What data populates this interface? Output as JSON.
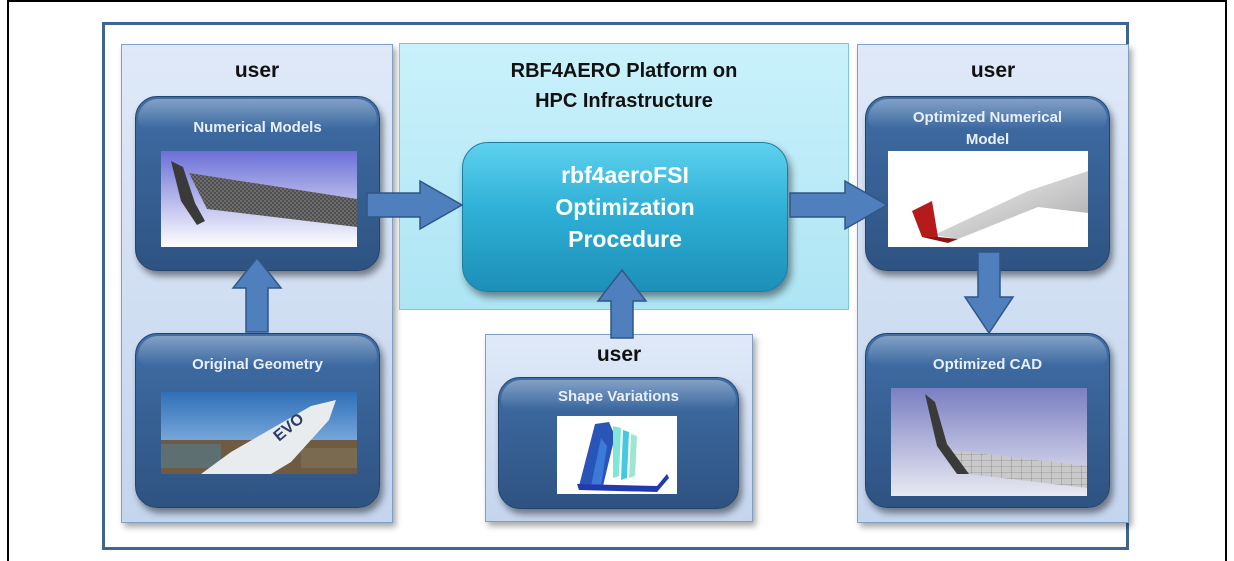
{
  "left_panel": {
    "title": "user",
    "numerical_models": "Numerical Models",
    "original_geometry": "Original Geometry"
  },
  "center_panel": {
    "platform_title_line1": "RBF4AERO Platform on",
    "platform_title_line2": "HPC Infrastructure",
    "procedure_line1": "rbf4aeroFSI",
    "procedure_line2": "Optimization",
    "procedure_line3": "Procedure"
  },
  "bottom_center_panel": {
    "title": "user",
    "shape_variations": "Shape Variations"
  },
  "right_panel": {
    "title": "user",
    "optimized_model_line1": "Optimized Numerical",
    "optimized_model_line2": "Model",
    "optimized_cad": "Optimized CAD"
  },
  "colors": {
    "arrow": "#4f7fbd",
    "card": "#3a659c",
    "procedure": "#2fb0d6",
    "platform": "#bfeefa",
    "outer_border": "#3d6690"
  }
}
